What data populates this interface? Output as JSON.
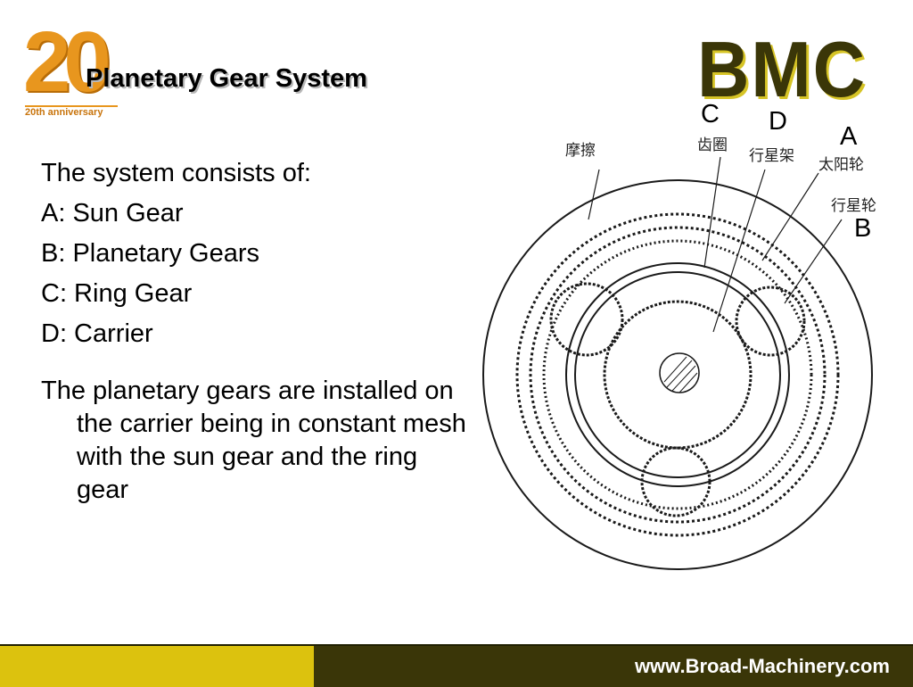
{
  "logo": {
    "number": "20",
    "caption": "20th anniversary"
  },
  "title": "Planetary Gear System",
  "brand": "BMC",
  "content": {
    "lines": [
      "The system consists of:",
      "A: Sun Gear",
      "B: Planetary Gears",
      "C: Ring Gear",
      "D: Carrier"
    ],
    "paragraph": "The planetary gears are installed on the carrier being in constant mesh with the sun gear and the ring gear"
  },
  "diagram": {
    "labels": {
      "C": "C",
      "D": "D",
      "A": "A",
      "B": "B"
    },
    "chinese": {
      "friction": "摩擦",
      "ring_gear": "齿圈",
      "carrier": "行星架",
      "sun_gear": "太阳轮",
      "planet_gear": "行星轮"
    }
  },
  "footer": {
    "url": "www.Broad-Machinery.com"
  }
}
